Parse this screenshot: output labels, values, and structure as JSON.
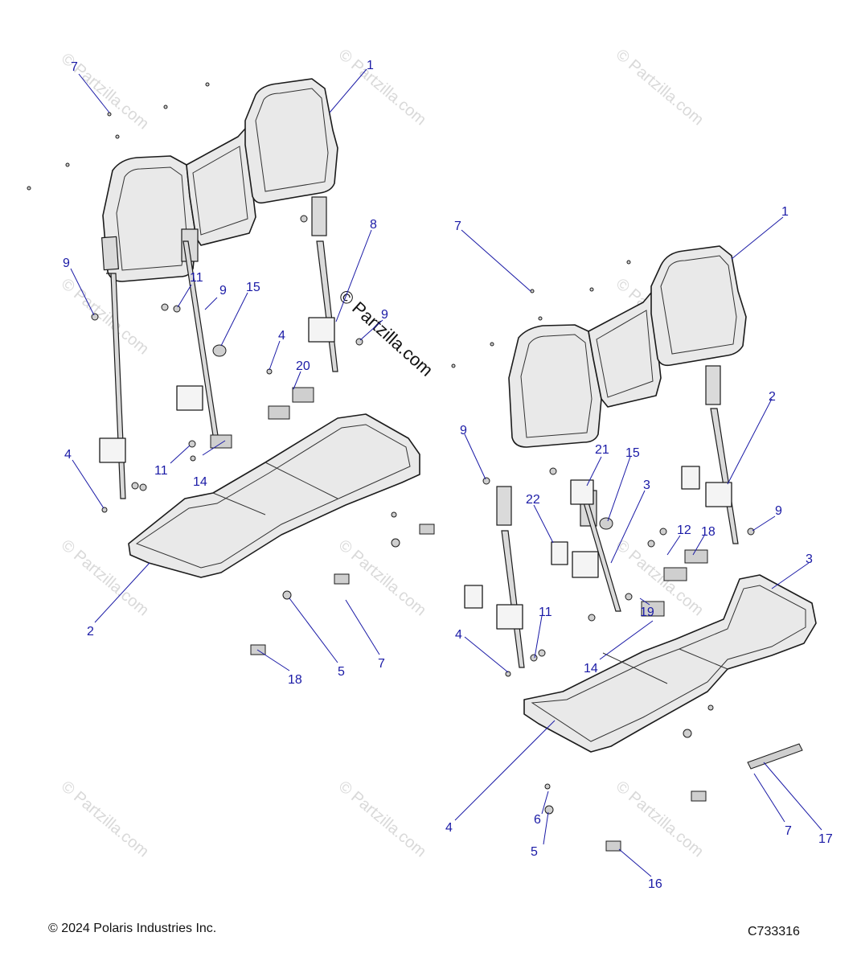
{
  "watermark": "© Partzilla.com",
  "footer": {
    "copyright": "© 2024 Polaris Industries Inc.",
    "diagram_id": "C733316"
  },
  "callouts": [
    {
      "label": "1"
    },
    {
      "label": "7"
    },
    {
      "label": "9"
    },
    {
      "label": "11"
    },
    {
      "label": "9"
    },
    {
      "label": "15"
    },
    {
      "label": "8"
    },
    {
      "label": "9"
    },
    {
      "label": "4"
    },
    {
      "label": "20"
    },
    {
      "label": "4"
    },
    {
      "label": "11"
    },
    {
      "label": "14"
    },
    {
      "label": "2"
    },
    {
      "label": "18"
    },
    {
      "label": "5"
    },
    {
      "label": "7"
    },
    {
      "label": "1"
    },
    {
      "label": "7"
    },
    {
      "label": "2"
    },
    {
      "label": "9"
    },
    {
      "label": "21"
    },
    {
      "label": "15"
    },
    {
      "label": "3"
    },
    {
      "label": "22"
    },
    {
      "label": "9"
    },
    {
      "label": "12"
    },
    {
      "label": "18"
    },
    {
      "label": "3"
    },
    {
      "label": "11"
    },
    {
      "label": "4"
    },
    {
      "label": "19"
    },
    {
      "label": "14"
    },
    {
      "label": "4"
    },
    {
      "label": "6"
    },
    {
      "label": "5"
    },
    {
      "label": "16"
    },
    {
      "label": "7"
    },
    {
      "label": "17"
    }
  ]
}
